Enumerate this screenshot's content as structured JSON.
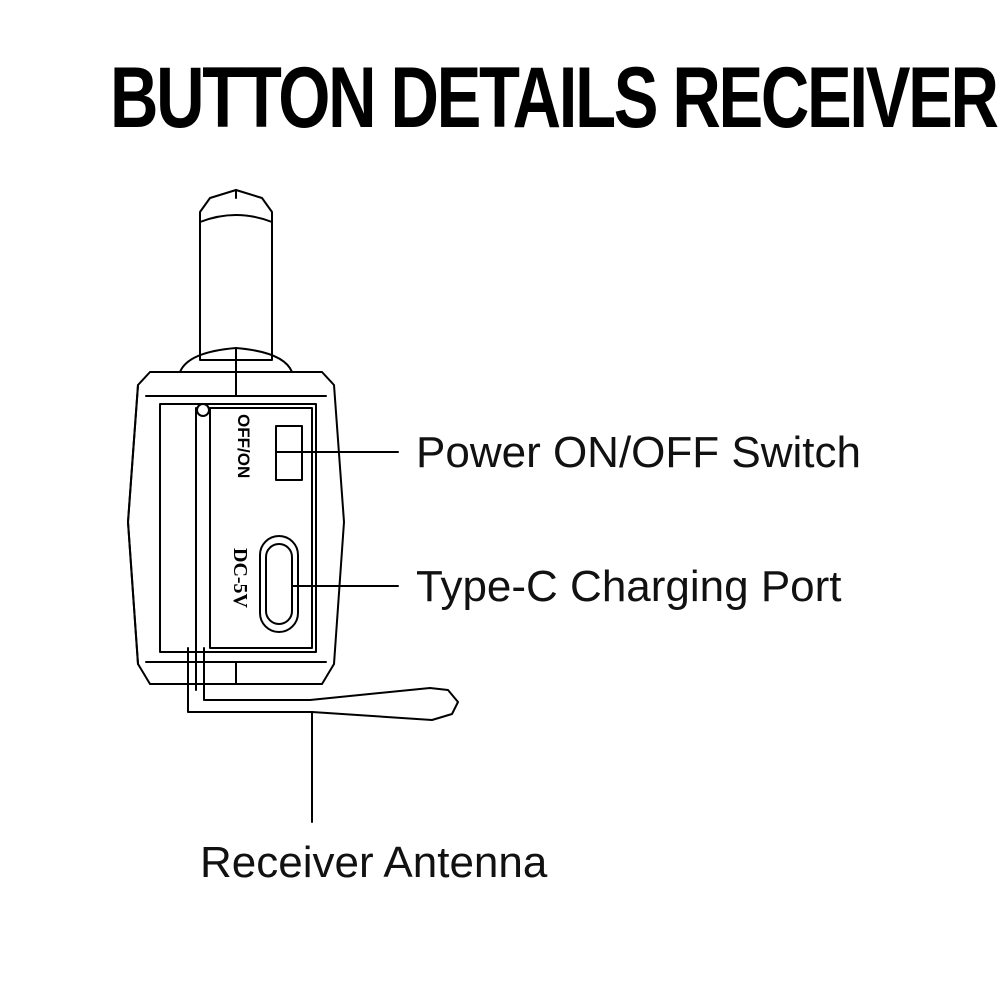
{
  "title": "BUTTON DETAILS RECEIVER",
  "device_labels": {
    "switch_marking": "OFF/ON",
    "port_marking": "DC-5V"
  },
  "callouts": {
    "power_switch": "Power ON/OFF Switch",
    "charging_port": "Type-C Charging Port",
    "antenna": "Receiver Antenna"
  },
  "colors": {
    "ink": "#000000",
    "background": "#ffffff"
  }
}
